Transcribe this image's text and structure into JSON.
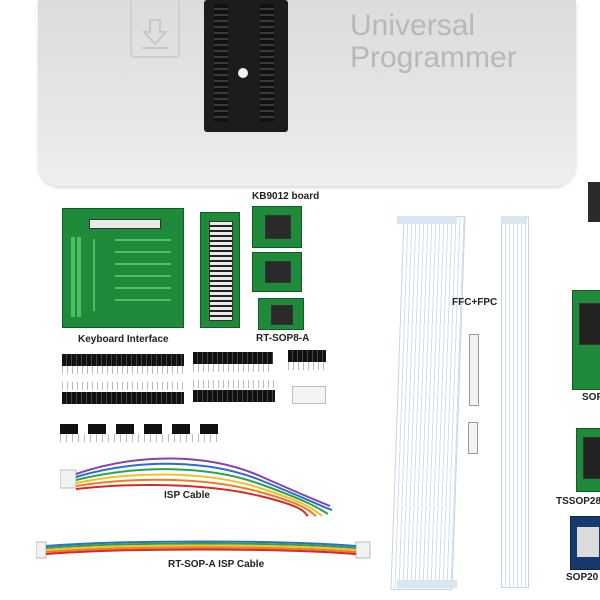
{
  "product": {
    "brand_text": "Universal\nProgrammer"
  },
  "labels": {
    "kb9012": "KB9012 board",
    "keyboard": "Keyboard Interface",
    "rt_sop8": "RT-SOP8-A",
    "ffc_fpc": "FFC+FPC",
    "isp_cable": "ISP Cable",
    "rt_sop_isp": "RT-SOP-A ISP Cable",
    "sop_partial": "SOP",
    "tssop_partial": "TSSOP28",
    "sop20_partial": "SOP20"
  },
  "colors": {
    "pcb": "#1f8a3a",
    "programmer": "#e6e6e6",
    "zif": "#1c1c1c"
  },
  "icons": [
    "down-arrow-icon",
    "lever-knob-icon"
  ]
}
